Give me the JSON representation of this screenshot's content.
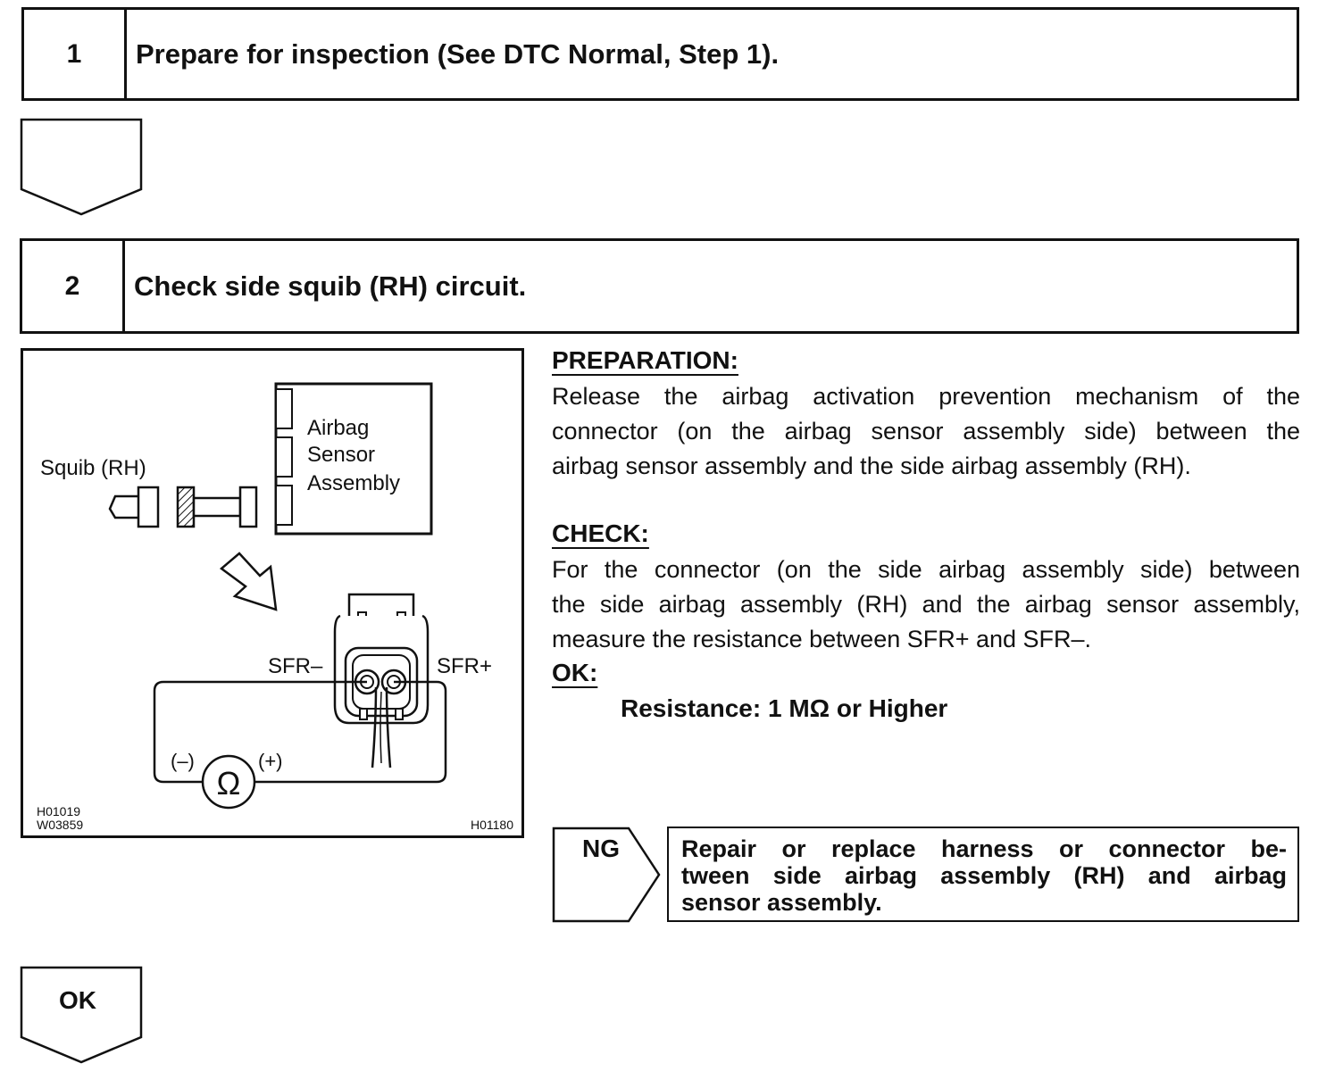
{
  "steps": [
    {
      "number": "1",
      "title": "Prepare for inspection (See DTC Normal, Step 1)."
    },
    {
      "number": "2",
      "title": "Check side squib (RH) circuit."
    }
  ],
  "preparation": {
    "heading": "PREPARATION:",
    "lines": [
      "Release the airbag activation prevention mechanism of the",
      "connector (on the airbag sensor assembly side) between the",
      "airbag sensor assembly and the side airbag assembly (RH)."
    ]
  },
  "check": {
    "heading": "CHECK:",
    "lines": [
      "For the connector (on the side airbag assembly side) between",
      "the side airbag assembly (RH) and the airbag sensor assembly,",
      "measure the resistance between SFR+ and SFR–."
    ]
  },
  "ok": {
    "heading": "OK:",
    "spec": "Resistance: 1 MΩ or Higher"
  },
  "ng": {
    "label": "NG",
    "action_lines": [
      "Repair or replace harness or connector be-",
      "tween side airbag assembly (RH) and airbag",
      "sensor assembly."
    ]
  },
  "ok_arrow_label": "OK",
  "diagram": {
    "squib_label": "Squib (RH)",
    "sensor_label_lines": [
      "Airbag",
      "Sensor",
      "Assembly"
    ],
    "terminal_minus": "SFR–",
    "terminal_plus": "SFR+",
    "meter_minus": "(–)",
    "meter_plus": "(+)",
    "ohm_symbol": "Ω",
    "code_1": "H01019",
    "code_2": "W03859",
    "code_3": "H01180"
  }
}
